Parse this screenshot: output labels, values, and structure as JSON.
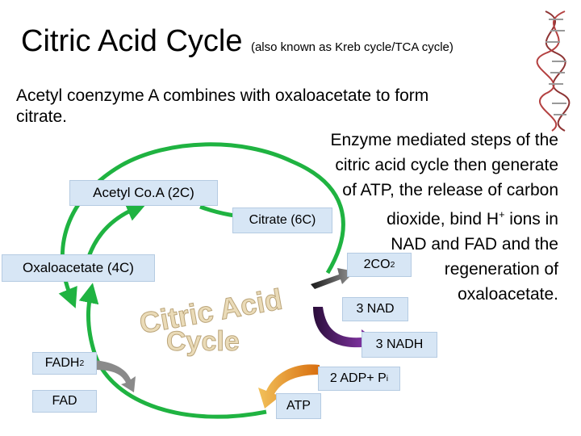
{
  "title": {
    "main": "Citric Acid Cycle",
    "sub": "(also known as Kreb cycle/TCA cycle)"
  },
  "intro": {
    "line1": "Acetyl coenzyme A combines with oxaloacetate to form",
    "line2": "citrate."
  },
  "description": [
    "Enzyme mediated steps of the",
    "citric acid cycle then generate",
    "of ATP, the release of carbon",
    "dioxide, bind H",
    "+",
    " ions in",
    "NAD and FAD and the",
    "regeneration of",
    "oxaloacetate."
  ],
  "boxes": {
    "acetyl": "Acetyl Co.A (2C)",
    "citrate": "Citrate (6C)",
    "oxaloacetate": "Oxaloacetate (4C)",
    "co2_main": "2CO",
    "co2_sub": "2",
    "nad": "3 NAD",
    "nadh": "3 NADH",
    "adp_main": "2 ADP+ P",
    "adp_sub": "i",
    "atp": "ATP",
    "fadh_main": "FADH",
    "fadh_sub": "2",
    "fad": "FAD"
  },
  "cycle_label": {
    "line1": "Citric Acid",
    "line2": "Cycle"
  },
  "colors": {
    "cycle": "#1fb341",
    "nadh_arrow": "#7a2b96",
    "atp_arrow": "#e89a17",
    "co2_arrow": "#404040",
    "box_fill": "#d7e6f5"
  }
}
